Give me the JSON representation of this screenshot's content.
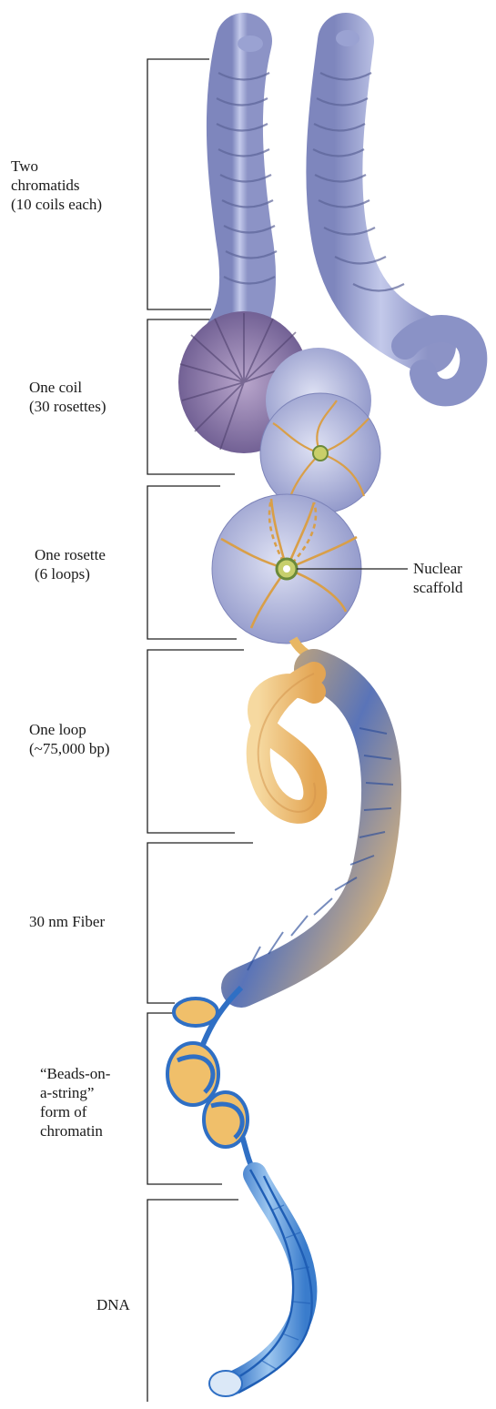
{
  "levels": [
    {
      "id": "chromatids",
      "lines": [
        "Two",
        "chromatids",
        "(10 coils each)"
      ]
    },
    {
      "id": "coil",
      "lines": [
        "One coil",
        "(30 rosettes)"
      ]
    },
    {
      "id": "rosette",
      "lines": [
        "One rosette",
        "(6 loops)"
      ]
    },
    {
      "id": "loop",
      "lines": [
        "One loop",
        "(~75,000 bp)"
      ]
    },
    {
      "id": "fiber",
      "lines": [
        "30 nm Fiber"
      ]
    },
    {
      "id": "beads",
      "lines": [
        "“Beads-on-",
        "a-string”",
        "form of",
        "chromatin"
      ]
    },
    {
      "id": "dna",
      "lines": [
        "DNA"
      ]
    }
  ],
  "callout": {
    "lines": [
      "Nuclear",
      "scaffold"
    ]
  },
  "colors": {
    "chromatid": "#a9b2dc",
    "chromatid_dark": "#6f6f9e",
    "coil": "#8f7fae",
    "rosette": "#b5bce0",
    "scaffold_loops": "#e0a94e",
    "loop_fiber": "#f1c77e",
    "fiber_blue": "#3f5fae",
    "nucleosome": "#f0bf6a",
    "dna": "#4f8fd6"
  }
}
